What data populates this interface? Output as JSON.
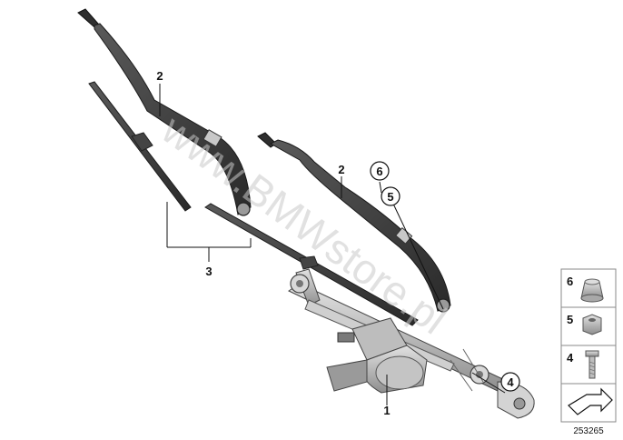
{
  "diagram": {
    "watermark": "www.BMWstore.pl",
    "figure_number": "253265",
    "callouts": {
      "motor_linkage": "1",
      "arm_left": "2",
      "arm_right": "2",
      "blades": "3",
      "bolt_ref": "4",
      "nut_ref": "5",
      "cap_ref": "6"
    },
    "legend": [
      {
        "label": "6",
        "icon": "cap-icon"
      },
      {
        "label": "5",
        "icon": "hex-nut-icon"
      },
      {
        "label": "4",
        "icon": "bolt-icon"
      }
    ]
  },
  "colors": {
    "part_dark": "#3a3a3a",
    "part_mid": "#6b6b6b",
    "part_light": "#bdbdbd",
    "line": "#111111",
    "legend_border": "#8a8a8a"
  }
}
